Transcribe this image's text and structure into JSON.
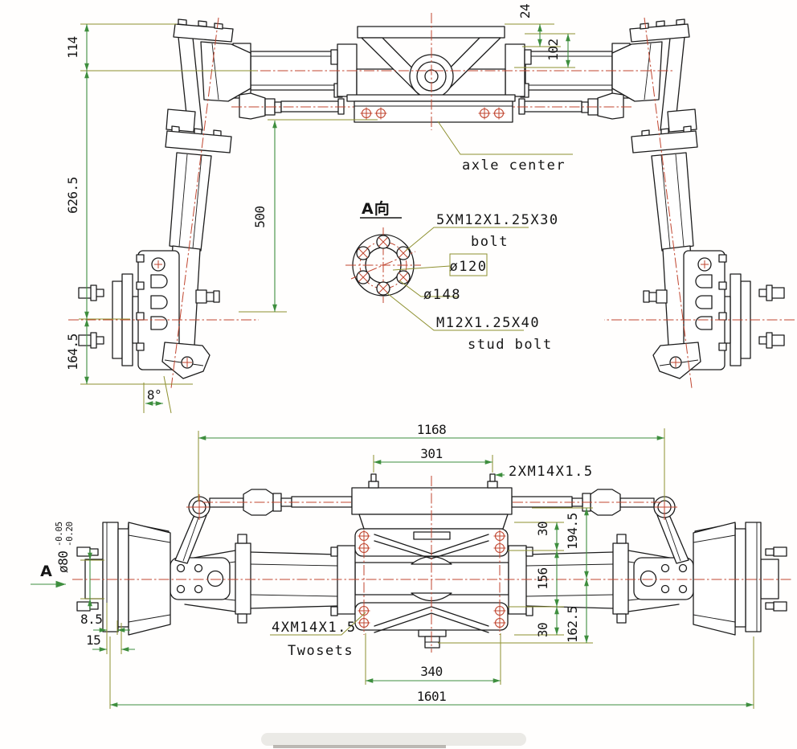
{
  "drawing": {
    "colors": {
      "line": "#1c1c1c",
      "centerline": "#c0452f",
      "dimension": "#3e8e3e",
      "leader": "#8e9030",
      "background": "#ffffff"
    },
    "top_view": {
      "dims": {
        "flange_to_axle": "114",
        "axle_to_hub": "626.5",
        "hub_to_bottom": "164.5",
        "plate_offset": "24",
        "housing_height": "102",
        "tierod_to_hub": "500",
        "kingpin_angle": "8°"
      },
      "labels": {
        "axle_center": "axle center"
      }
    },
    "detail_view": {
      "title": "A向",
      "bolt_spec": "5XM12X1.25X30",
      "bolt_label": "bolt",
      "bolt_circle_dia": "ø120",
      "flange_dia": "ø148",
      "stud_spec": "M12X1.25X40",
      "stud_label": "stud bolt"
    },
    "bottom_view": {
      "dims": {
        "tierod_span": "1168",
        "nipple_span": "301",
        "bracket_span": "340",
        "overall_width": "1601",
        "axle_dia_main": "ø80",
        "axle_dia_tol_upper": "-0.05",
        "axle_dia_tol_lower": "-0.20",
        "hub_step": "8.5",
        "hub_width": "15",
        "top_offset": "30",
        "bolt_row_span": "156",
        "bottom_offset": "30",
        "tierod_offset": "194.5",
        "stub_offset": "162.5"
      },
      "labels": {
        "view_arrow": "A",
        "nipple_spec": "2XM14X1.5",
        "bracket_bolt_spec": "4XM14X1.5",
        "bracket_bolt_note": "Twosets"
      }
    }
  }
}
